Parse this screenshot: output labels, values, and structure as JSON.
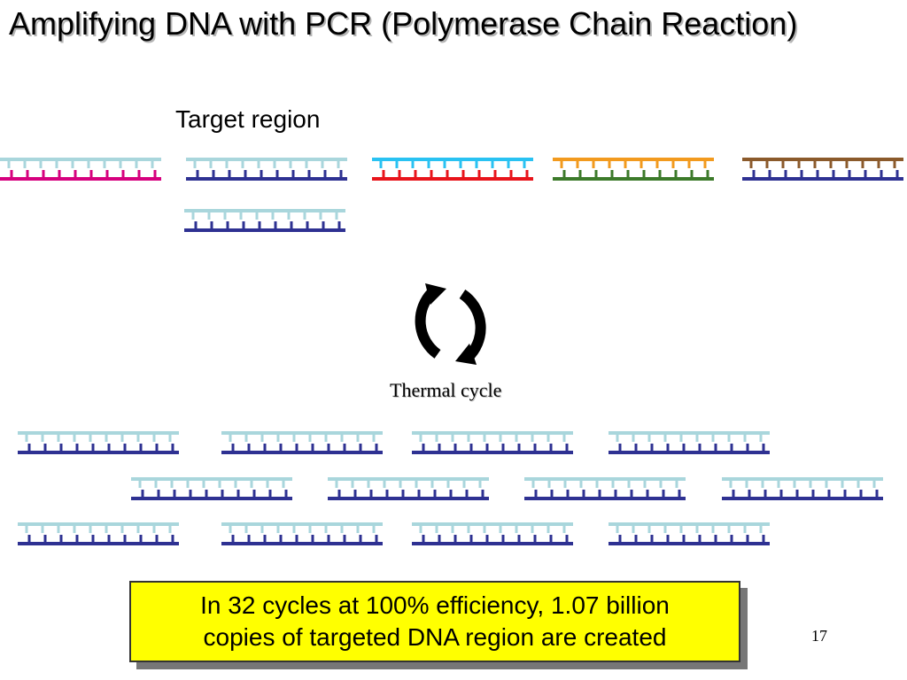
{
  "title": "Amplifying DNA with PCR (Polymerase Chain Reaction)",
  "target_label": "Target region",
  "cycle_label": "Thermal cycle",
  "note": {
    "line1": "In 32 cycles at 100% efficiency, 1.07 billion",
    "line2": "copies of targeted DNA region are created"
  },
  "page_number": "17",
  "colors": {
    "light_strand": "#a9d6dc",
    "dark_strand": "#2e3192",
    "note_background": "#ffff00",
    "magenta": "#d6007e",
    "cyan": "#29c2f2",
    "red": "#e8141b",
    "orange": "#f29a1e",
    "green": "#3c7a2a",
    "brown": "#8b5a2b"
  },
  "icons": [
    "circular-arrows-icon"
  ]
}
